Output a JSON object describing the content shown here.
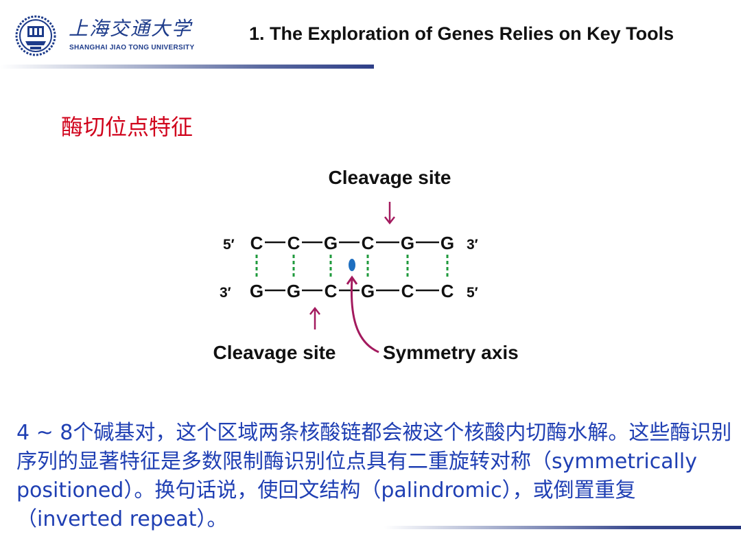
{
  "header": {
    "university_cn": "上海交通大学",
    "university_en": "SHANGHAI  JIAO TONG  UNIVERSITY",
    "title": "1. The Exploration of Genes Relies on Key Tools"
  },
  "section_title": "酶切位点特征",
  "diagram": {
    "top_cleavage_label": "Cleavage site",
    "bottom_cleavage_label": "Cleavage site",
    "symmetry_label": "Symmetry axis",
    "top_strand": {
      "left_end": "5′",
      "right_end": "3′",
      "bases": [
        "C",
        "C",
        "G",
        "C",
        "G",
        "G"
      ]
    },
    "bottom_strand": {
      "left_end": "3′",
      "right_end": "5′",
      "bases": [
        "G",
        "G",
        "C",
        "G",
        "C",
        "C"
      ]
    },
    "colors": {
      "bond": "#1f9a3c",
      "axis_dot": "#1e6fc0",
      "arrow": "#a31a5e",
      "text": "#111111"
    }
  },
  "body_text": "4 ~ 8个碱基对，这个区域两条核酸链都会被这个核酸内切酶水解。这些酶识别序列的显著特征是多数限制酶识别位点具有二重旋转对称（symmetrically positioned）。换句话说，使回文结构（palindromic），或倒置重复（inverted repeat）。"
}
